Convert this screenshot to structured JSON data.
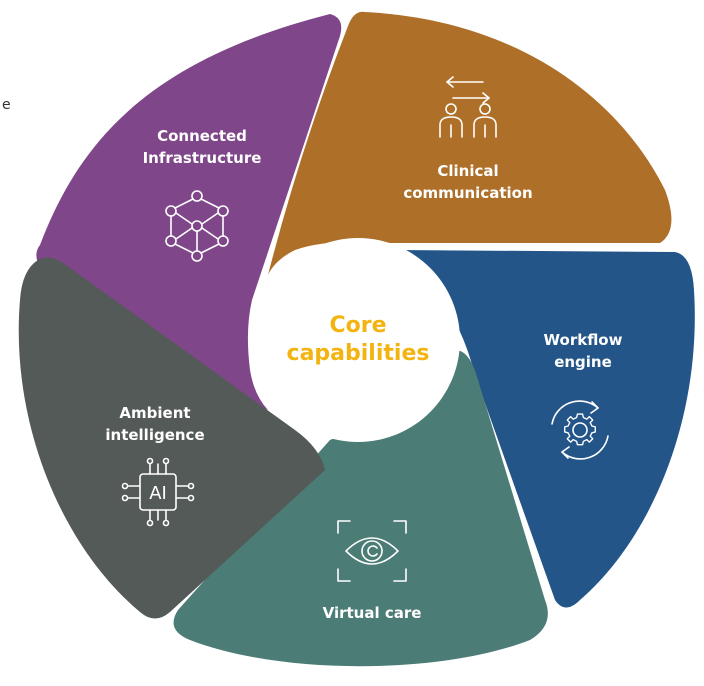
{
  "center": {
    "line1": "Core",
    "line2": "capabilities"
  },
  "segments": [
    {
      "id": "connected-infrastructure",
      "line1": "Connected",
      "line2": "Infrastructure",
      "color": "#7f4689",
      "icon": "network-cube-icon"
    },
    {
      "id": "clinical-communication",
      "line1": "Clinical",
      "line2": "communication",
      "color": "#ae7029",
      "icon": "people-exchange-icon"
    },
    {
      "id": "workflow-engine",
      "line1": "Workflow",
      "line2": "engine",
      "color": "#245589",
      "icon": "gear-cycle-icon"
    },
    {
      "id": "virtual-care",
      "line1": "Virtual care",
      "line2": "",
      "color": "#4c7c76",
      "icon": "eye-focus-icon"
    },
    {
      "id": "ambient-intelligence",
      "line1": "Ambient",
      "line2": "intelligence",
      "color": "#545a58",
      "icon": "ai-chip-icon"
    }
  ],
  "chip_text": "AI",
  "stray_text": "e"
}
